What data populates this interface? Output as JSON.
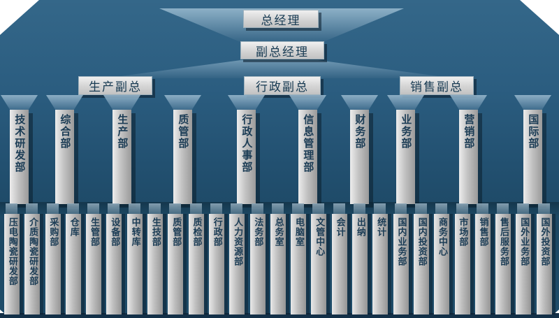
{
  "org": {
    "general_manager": "总经理",
    "deputy_general_manager": "副总经理",
    "vps": [
      "生产副总",
      "行政副总",
      "销售副总"
    ],
    "departments": [
      "技术研发部",
      "综合部",
      "生产部",
      "质管部",
      "行政人事部",
      "信息管理部",
      "财务部",
      "业务部",
      "营销部",
      "国际部"
    ],
    "sub_departments": [
      "压电陶瓷研发部",
      "介质陶瓷研发部",
      "采购部",
      "仓库",
      "生管部",
      "设备部",
      "中转库",
      "生技部",
      "质管部",
      "质检部",
      "行政部",
      "人力资源部",
      "法务部",
      "总务室",
      "电脑室",
      "文管中心",
      "会计",
      "出纳",
      "统计",
      "国内业务部",
      "国内投资部",
      "商务中心",
      "市场部",
      "销售部",
      "售后服务部",
      "国外业务部",
      "国外投资部"
    ]
  },
  "colors": {
    "background": "#24567a",
    "band_dark": "#15374d",
    "bar_gray": "#bfbfbf",
    "label_navy": "#1b3c55",
    "panel_gray": "#d4d4d4"
  }
}
